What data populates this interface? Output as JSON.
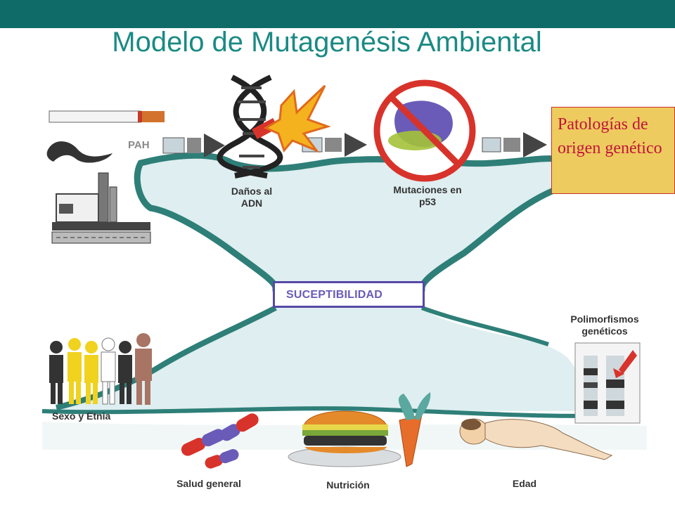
{
  "slide": {
    "title": "Modelo de Mutagenésis Ambiental"
  },
  "labels": {
    "pah": "PAH",
    "dna_damage": "Daños al\nADN",
    "p53": "Mutaciones en\np53",
    "pathologies": "Patologías de origen genético",
    "susceptibility": "SUCEPTIBILIDAD",
    "polymorphisms": "Polimorfismos\ngenéticos",
    "sex_ethnicity": "Sexo y Etnia",
    "general_health": "Salud general",
    "nutrition": "Nutrición",
    "age": "Edad"
  },
  "colors": {
    "top_bar": "#0e6b68",
    "title": "#1b8a84",
    "funnel_fill": "#dfeef0",
    "funnel_border": "#2e7f78",
    "pathologies_fill": "#eecb5e",
    "pathologies_text": "#c0143c",
    "susceptibility_border": "#5648a6"
  },
  "icons": [
    "cigarette-icon",
    "smoke-icon",
    "factory-icon",
    "dna-icon",
    "explosion-icon",
    "no-mutation-icon",
    "people-icon",
    "pills-icon",
    "burger-icon",
    "carrot-icon",
    "baby-icon",
    "gel-electrophoresis-icon",
    "arrow-icon"
  ]
}
